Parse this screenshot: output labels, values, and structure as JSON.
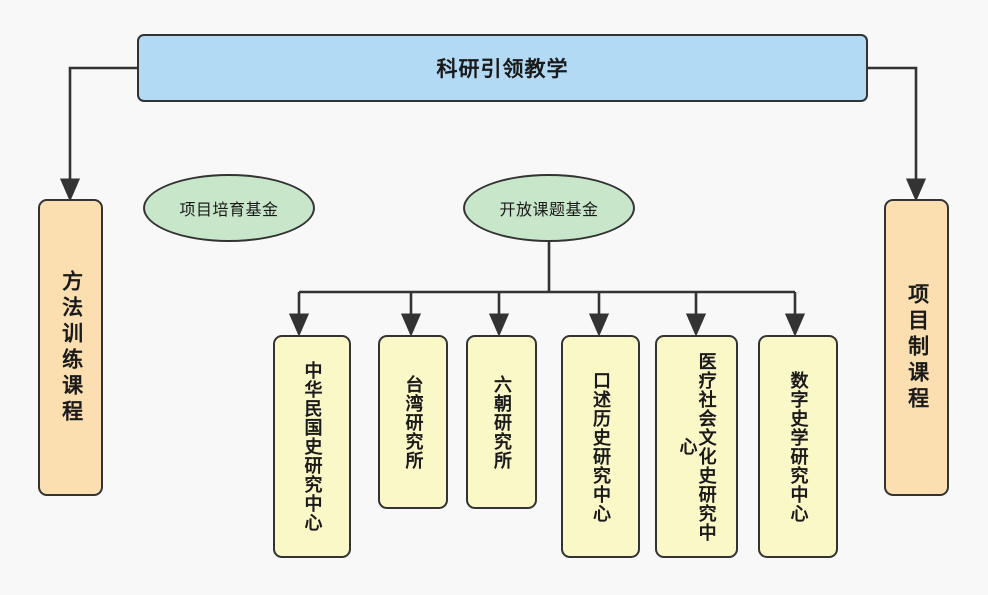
{
  "diagram": {
    "title": "科研引领教学",
    "background_color": "#f8f8f8",
    "colors": {
      "root_fill": "#b3daf5",
      "course_fill": "#fbdfb0",
      "institute_fill": "#fbf8c8",
      "fund_fill": "#c8e6c9",
      "stroke": "#333333",
      "text": "#1a1a1a"
    },
    "root": {
      "label": "科研引领教学"
    },
    "courses": [
      {
        "label": "方法训练课程"
      },
      {
        "label": "项目制课程"
      }
    ],
    "funds": [
      {
        "label": "项目培育基金"
      },
      {
        "label": "开放课题基金"
      }
    ],
    "institutes": [
      {
        "label": "中华民国史研究中心",
        "columns": 2
      },
      {
        "label": "台湾研究所",
        "columns": 1
      },
      {
        "label": "六朝研究所",
        "columns": 1
      },
      {
        "label": "口述历史研究中心",
        "columns": 2
      },
      {
        "label": "医疗社会文化史研究中心",
        "columns": 2
      },
      {
        "label": "数字史学研究中心",
        "columns": 1
      }
    ]
  }
}
